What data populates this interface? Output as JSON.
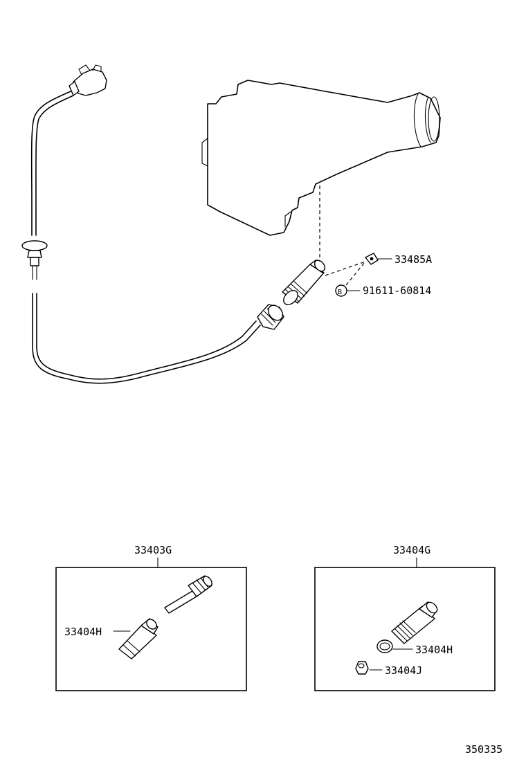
{
  "diagram_id": "350335",
  "callouts": {
    "clip": "33485A",
    "bolt": "91611-60814",
    "bolt_marker": "B"
  },
  "kit_left": {
    "title": "33403G",
    "part_sleeve": "33404H"
  },
  "kit_right": {
    "title": "33404G",
    "part_oring": "33404H",
    "part_seal": "33404J"
  }
}
